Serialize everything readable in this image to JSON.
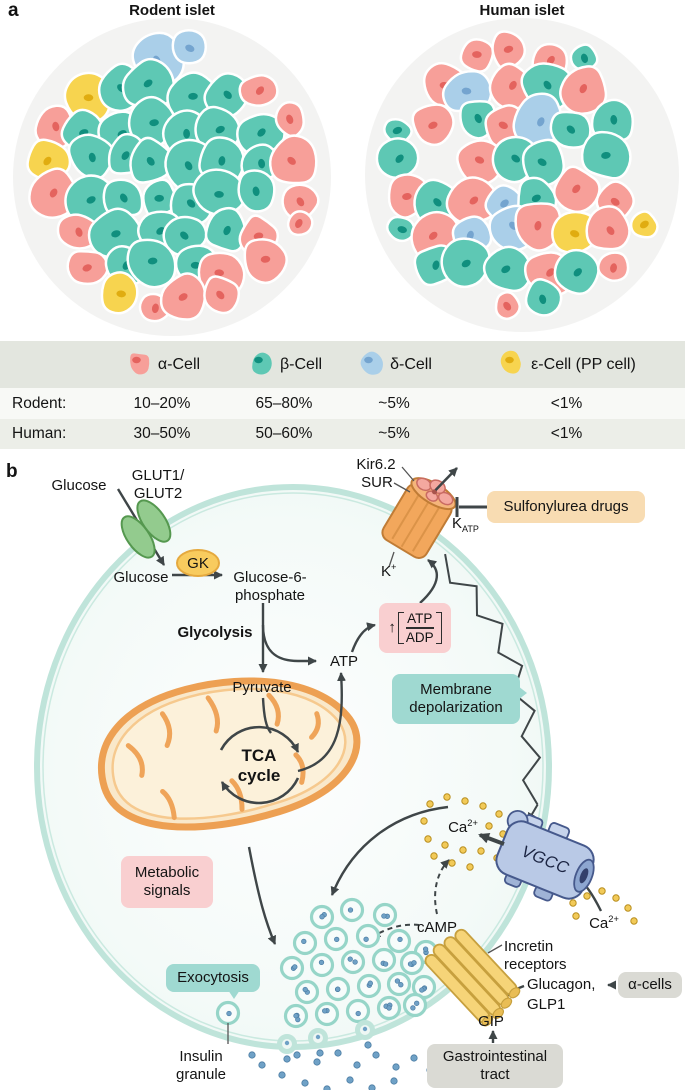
{
  "panel_a": {
    "label": "a",
    "rodent_title": "Rodent islet",
    "human_title": "Human islet",
    "legend": {
      "columns": [
        {
          "name": "α-Cell",
          "color": "#f79f99",
          "nucleus": "#e4635e"
        },
        {
          "name": "β-Cell",
          "color": "#5ec8b4",
          "nucleus": "#108f7e"
        },
        {
          "name": "δ-Cell",
          "color": "#aacfe9",
          "nucleus": "#74a4cf"
        },
        {
          "name": "ε-Cell (PP cell)",
          "color": "#f7d44f",
          "nucleus": "#e0ac10"
        }
      ],
      "rows": [
        {
          "label": "Rodent:",
          "values": [
            "10–20%",
            "65–80%",
            "~5%",
            "<1%"
          ]
        },
        {
          "label": "Human:",
          "values": [
            "30–50%",
            "50–60%",
            "~5%",
            "<1%"
          ]
        }
      ]
    }
  },
  "panel_b": {
    "label": "b",
    "labels": {
      "glucose_out": "Glucose",
      "transporter": "GLUT1/\nGLUT2",
      "glucose_in": "Glucose",
      "gk": "GK",
      "g6p": "Glucose-6-\nphosphate",
      "glycolysis": "Glycolysis",
      "pyruvate": "Pyruvate",
      "atp": "ATP",
      "tca": "TCA\ncycle",
      "kir": "Kir6.2",
      "sur": "SUR",
      "katp_base": "K",
      "katp_sub": "ATP",
      "k_base": "K",
      "k_sup": "+",
      "sulfonylurea": "Sulfonylurea drugs",
      "ratio_arrow": "↑",
      "ratio_top": "ATP",
      "ratio_bottom": "ADP",
      "membrane_depolarization": "Membrane\ndepolarization",
      "metabolic_signals": "Metabolic\nsignals",
      "exocytosis": "Exocytosis",
      "insulin_granule": "Insulin\ngranule",
      "ca_base": "Ca",
      "ca_sup": "2+",
      "camp": "cAMP",
      "vgcc": "VGCC",
      "incretin": "Incretin\nreceptors",
      "glucagon": "Glucagon,",
      "glp1": "GLP1",
      "gip": "GIP",
      "alpha_cells": "α-cells",
      "gastro": "Gastrointestinal\ntract"
    },
    "colors": {
      "membrane": "#bfe4da",
      "cell_fill": "#eef7f4",
      "arrow": "#3f4648",
      "glut_transporter": "#93cb8e",
      "gk_enzyme": "#f8cb5e",
      "katp_channel": "#f2a75c",
      "katp_subunits": "#f4a89f",
      "box_orange": "#f8dcb2",
      "box_pink": "#f9cfd0",
      "box_teal": "#9fd9d1",
      "box_gray": "#dadad4",
      "mitochondrion": "#eda053",
      "mitochondrion_fill": "#f9e8ca",
      "vgcc_channel": "#b9c9e6",
      "incretin_receptor": "#f6d478",
      "granule_ring": "#96d5c8",
      "insulin_dot": "#6fa1c6",
      "ca_dot": "#f2ca58"
    }
  }
}
